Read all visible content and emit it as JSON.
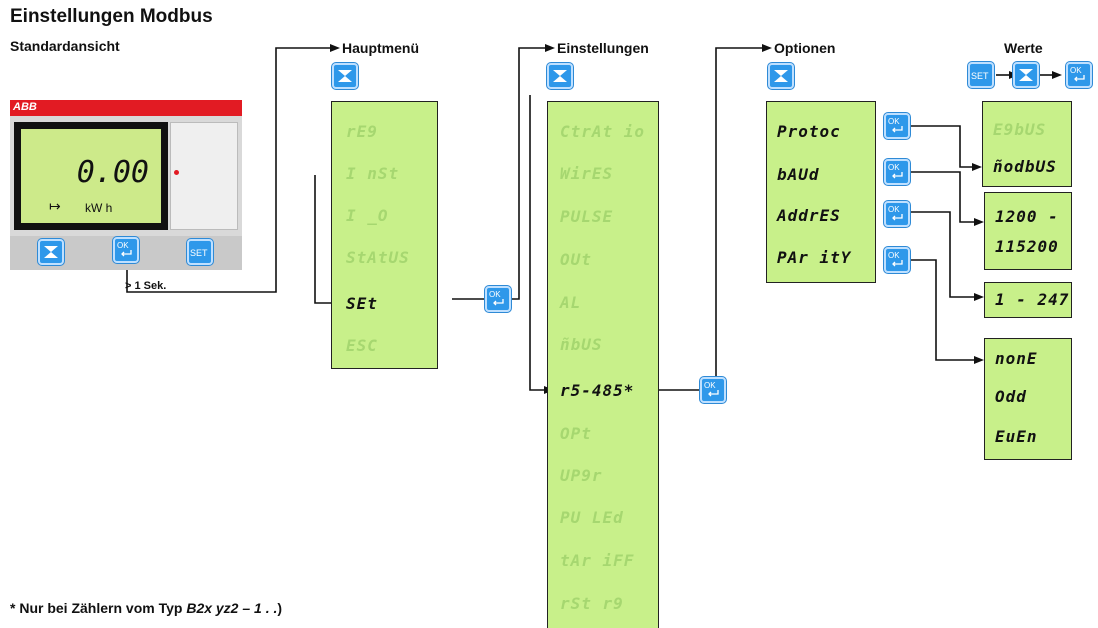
{
  "title": "Einstellungen Modbus",
  "subtitle": "Standardansicht",
  "meter": {
    "brand": "ABB",
    "reading": "0.00",
    "unit": "kW h",
    "hold_label": "> 1 Sek."
  },
  "columns": {
    "hauptmenu": "Hauptmenü",
    "einstellungen": "Einstellungen",
    "optionen": "Optionen",
    "werte": "Werte"
  },
  "hauptmenu_items": [
    {
      "text": "rE9",
      "active": false
    },
    {
      "text": "I nSt",
      "active": false
    },
    {
      "text": "I _O",
      "active": false
    },
    {
      "text": "StAtUS",
      "active": false
    },
    {
      "text": "SEt",
      "active": true
    },
    {
      "text": "ESC",
      "active": false
    }
  ],
  "einstellungen_items": [
    {
      "text": "CtrAt io",
      "active": false
    },
    {
      "text": "WirES",
      "active": false
    },
    {
      "text": "PULSE",
      "active": false
    },
    {
      "text": "OUt",
      "active": false
    },
    {
      "text": "AL",
      "active": false
    },
    {
      "text": "ñbUS",
      "active": false
    },
    {
      "text": "r5-485*",
      "active": true
    },
    {
      "text": "OPt",
      "active": false
    },
    {
      "text": "UP9r",
      "active": false
    },
    {
      "text": "PU LEd",
      "active": false
    },
    {
      "text": "tAr iFF",
      "active": false
    },
    {
      "text": "rSt r9",
      "active": false
    }
  ],
  "optionen_items": [
    "Protoc",
    "bAUd",
    "AddrES",
    "PAr itY"
  ],
  "werte": {
    "protocol": [
      {
        "text": "E9bUS",
        "active": false
      },
      {
        "text": "ñodbUS",
        "active": true
      }
    ],
    "baud": [
      "1200 -",
      "115200"
    ],
    "address": "1 - 247",
    "parity": [
      "nonE",
      "Odd",
      "EuEn"
    ]
  },
  "footnote": {
    "prefix": "* Nur bei Zählern vom Typ ",
    "type": "B2x yz2 – 1 . .",
    "suffix": ")"
  },
  "colors": {
    "panel": "#c8f08a",
    "dim_text": "#a6d770",
    "button": "#2e98ea",
    "brand_red": "#e21b23"
  },
  "icons": {
    "down": "down-arrow-icon",
    "ok": "ok-enter-icon",
    "set": "set-icon"
  }
}
